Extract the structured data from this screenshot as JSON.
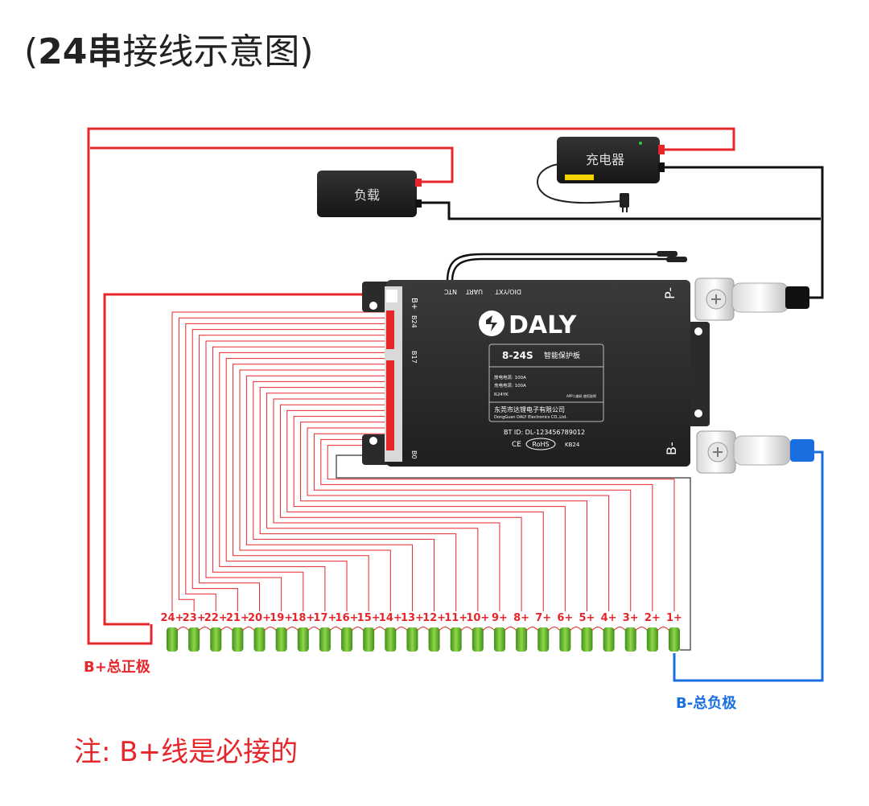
{
  "title": {
    "open": "(",
    "bold": "24串",
    "rest": "接线示意图",
    "close": ")"
  },
  "load": {
    "label": "负载"
  },
  "charger": {
    "label": "充电器"
  },
  "bms": {
    "brand": "DALY",
    "model": "8-24S",
    "model_desc": "智能保护板",
    "discharge_current": "放电电流: 100A",
    "charge_current": "充电电流: 100A",
    "part_no": "R24YK",
    "app_note": "APP二维码 使用说明",
    "company_cn": "东莞市达锂电子有限公司",
    "company_en": "DongGuan DALY Electronics CO.,Ltd.",
    "bt_id": "BT ID: DL-123456789012",
    "ce": "CE",
    "rohs": "RoHS",
    "kb": "KB24",
    "ports": [
      "DIO/YXT",
      "UART",
      "NTC"
    ],
    "side_b_plus": "B+",
    "side_b24": "B24",
    "side_b17": "B17",
    "side_b0": "B0",
    "terminal_p": "P-",
    "terminal_b": "B-"
  },
  "cells": {
    "labels": [
      "24+",
      "23+",
      "22+",
      "21+",
      "20+",
      "19+",
      "18+",
      "17+",
      "16+",
      "15+",
      "14+",
      "13+",
      "12+",
      "11+",
      "10+",
      "9+",
      "8+",
      "7+",
      "6+",
      "5+",
      "4+",
      "3+",
      "2+",
      "1+"
    ]
  },
  "b_plus_label": "B+总正极",
  "b_minus_label": "B-总负极",
  "note": "注: B+线是必接的",
  "colors": {
    "red": "#e5262b",
    "blue": "#1a6fe0",
    "black": "#111111",
    "cell_green": "#6cbf2e",
    "bms_body": "#2b2b2b"
  }
}
